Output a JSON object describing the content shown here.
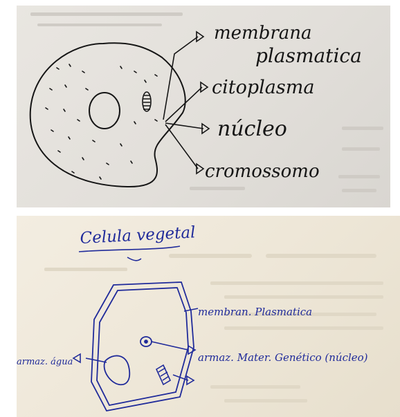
{
  "top_drawing": {
    "labels": {
      "membrane": [
        "membrana",
        "plasmatica"
      ],
      "cytoplasm": "citoplasma",
      "nucleus": "núcleo",
      "chromosome": "cromossomo"
    },
    "ink_color": "#111111"
  },
  "bottom_drawing": {
    "title": "Celula vegetal",
    "labels": {
      "membrane": "membran. Plasmatica",
      "vacuole": "armaz. água",
      "nucleus": "armaz. Mater. Genético (núcleo)"
    },
    "ink_color": "#1f2a9a"
  }
}
